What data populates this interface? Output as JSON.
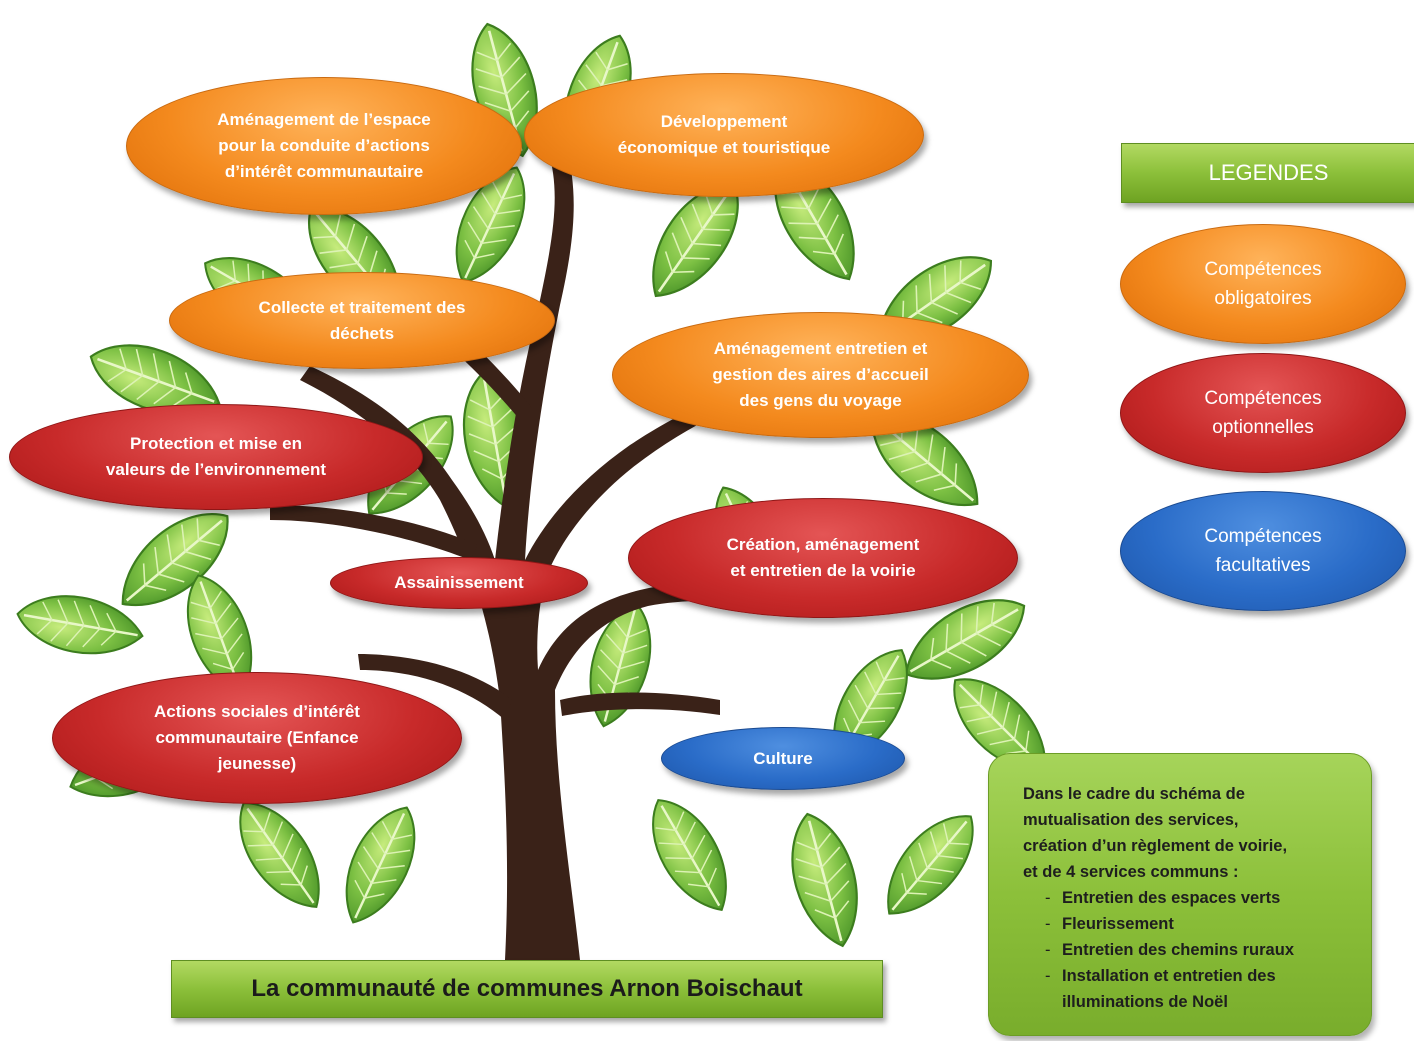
{
  "title": "La communauté de communes Arnon Boischaut",
  "legend": {
    "title": "LEGENDES",
    "items": [
      {
        "label": "Compétences\nobligatoires",
        "color": "#f48a1e"
      },
      {
        "label": "Compétences\noptionnelles",
        "color": "#c82a2a"
      },
      {
        "label": "Compétences\nfacultatives",
        "color": "#2a6cc8"
      }
    ]
  },
  "competences": {
    "amenagement_espace": "Aménagement de l’espace\npour la conduite d’actions\nd’intérêt communautaire",
    "developpement": "Développement\néconomique et touristique",
    "collecte_dechets": "Collecte et traitement des\ndéchets",
    "aires_accueil": "Aménagement entretien et\ngestion  des aires d’accueil\ndes gens du voyage",
    "protection_environnement": "Protection et mise en\nvaleurs de l’environnement",
    "assainissement": "Assainissement",
    "voirie": "Création, aménagement\net entretien de la voirie",
    "actions_sociales": "Actions sociales d’intérêt\ncommunautaire (Enfance\njeunesse)",
    "culture": "Culture"
  },
  "note": {
    "intro": "Dans le cadre du schéma de\nmutualisation des services,\ncréation  d’un règlement de voirie,\net de  4 services  communs :",
    "items": [
      "Entretien des espaces verts",
      "Fleurissement",
      "Entretien des chemins ruraux",
      "Installation et entretien des illuminations de Noël"
    ]
  },
  "colors": {
    "obligatoire": "#f48a1e",
    "optionnelle": "#c82a2a",
    "facultative": "#2a6cc8",
    "banner_green": "#8cc03a",
    "trunk": "#3a2218",
    "leaf": "#6cae3c"
  }
}
